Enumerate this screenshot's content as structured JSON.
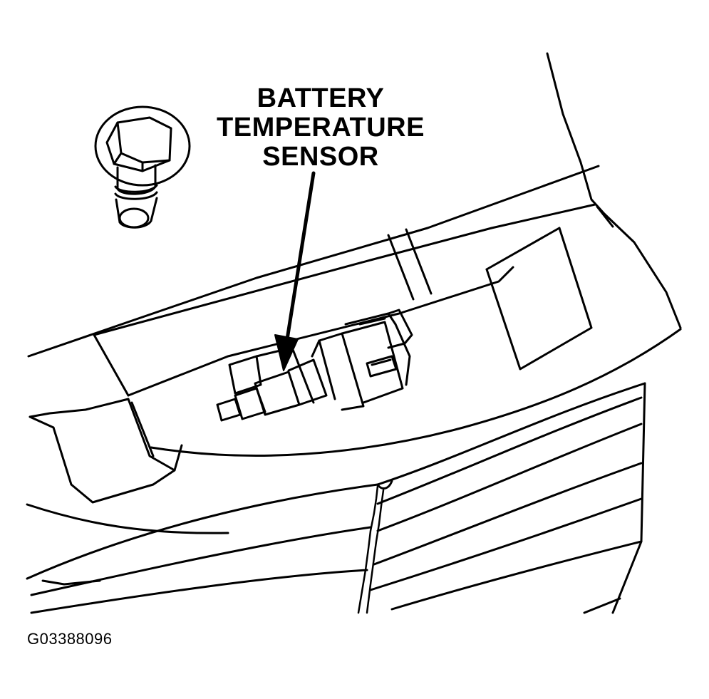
{
  "callout": {
    "line1": "BATTERY",
    "line2": "TEMPERATURE",
    "line3": "SENSOR"
  },
  "figure_id": "G03388096",
  "colors": {
    "ink": "#000000",
    "paper": "#ffffff"
  },
  "icons": [
    "bolt-icon",
    "arrow-icon"
  ]
}
